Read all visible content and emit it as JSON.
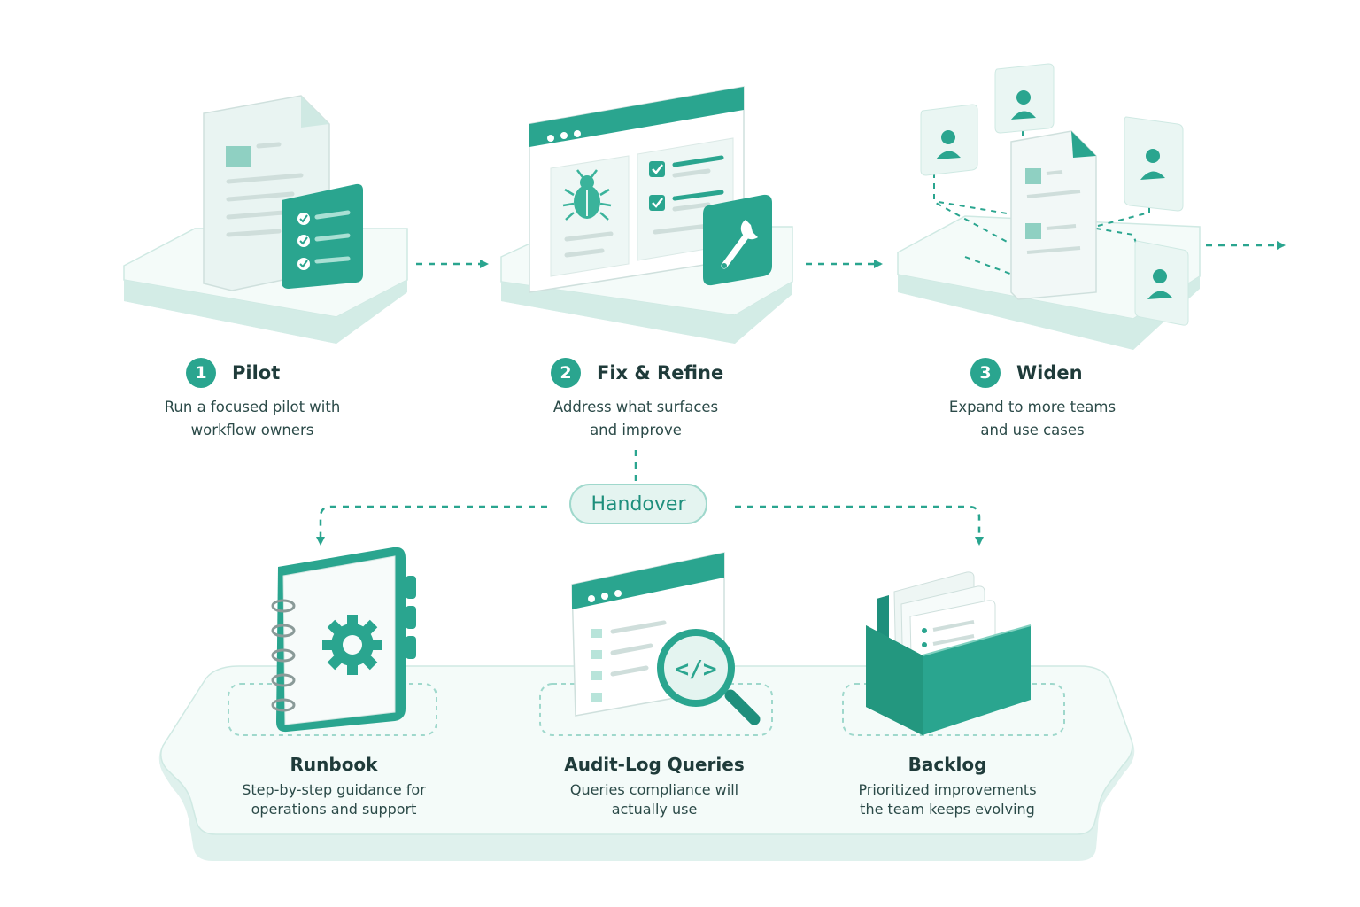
{
  "stages": [
    {
      "number": "1",
      "title": "Pilot",
      "desc_line1": "Run a focused pilot with",
      "desc_line2": "workflow owners"
    },
    {
      "number": "2",
      "title": "Fix & Refine",
      "desc_line1": "Address what surfaces",
      "desc_line2": "and improve"
    },
    {
      "number": "3",
      "title": "Widen",
      "desc_line1": "Expand to more teams",
      "desc_line2": "and use cases"
    }
  ],
  "handover": {
    "label": "Handover"
  },
  "outputs": [
    {
      "title": "Runbook",
      "desc_line1": "Step-by-step guidance for",
      "desc_line2": "operations and support",
      "icon": "runbook-gear-icon"
    },
    {
      "title": "Audit-Log Queries",
      "desc_line1": "Queries compliance will",
      "desc_line2": "actually use",
      "icon": "code-magnifier-icon"
    },
    {
      "title": "Backlog",
      "desc_line1": "Prioritized improvements",
      "desc_line2": "the team keeps evolving",
      "icon": "backlog-box-icon"
    }
  ],
  "colors": {
    "accent": "#2aa58f",
    "accent_dark": "#1e8f7c",
    "platform": "#eef8f6",
    "mint": "#e4f4f0"
  }
}
